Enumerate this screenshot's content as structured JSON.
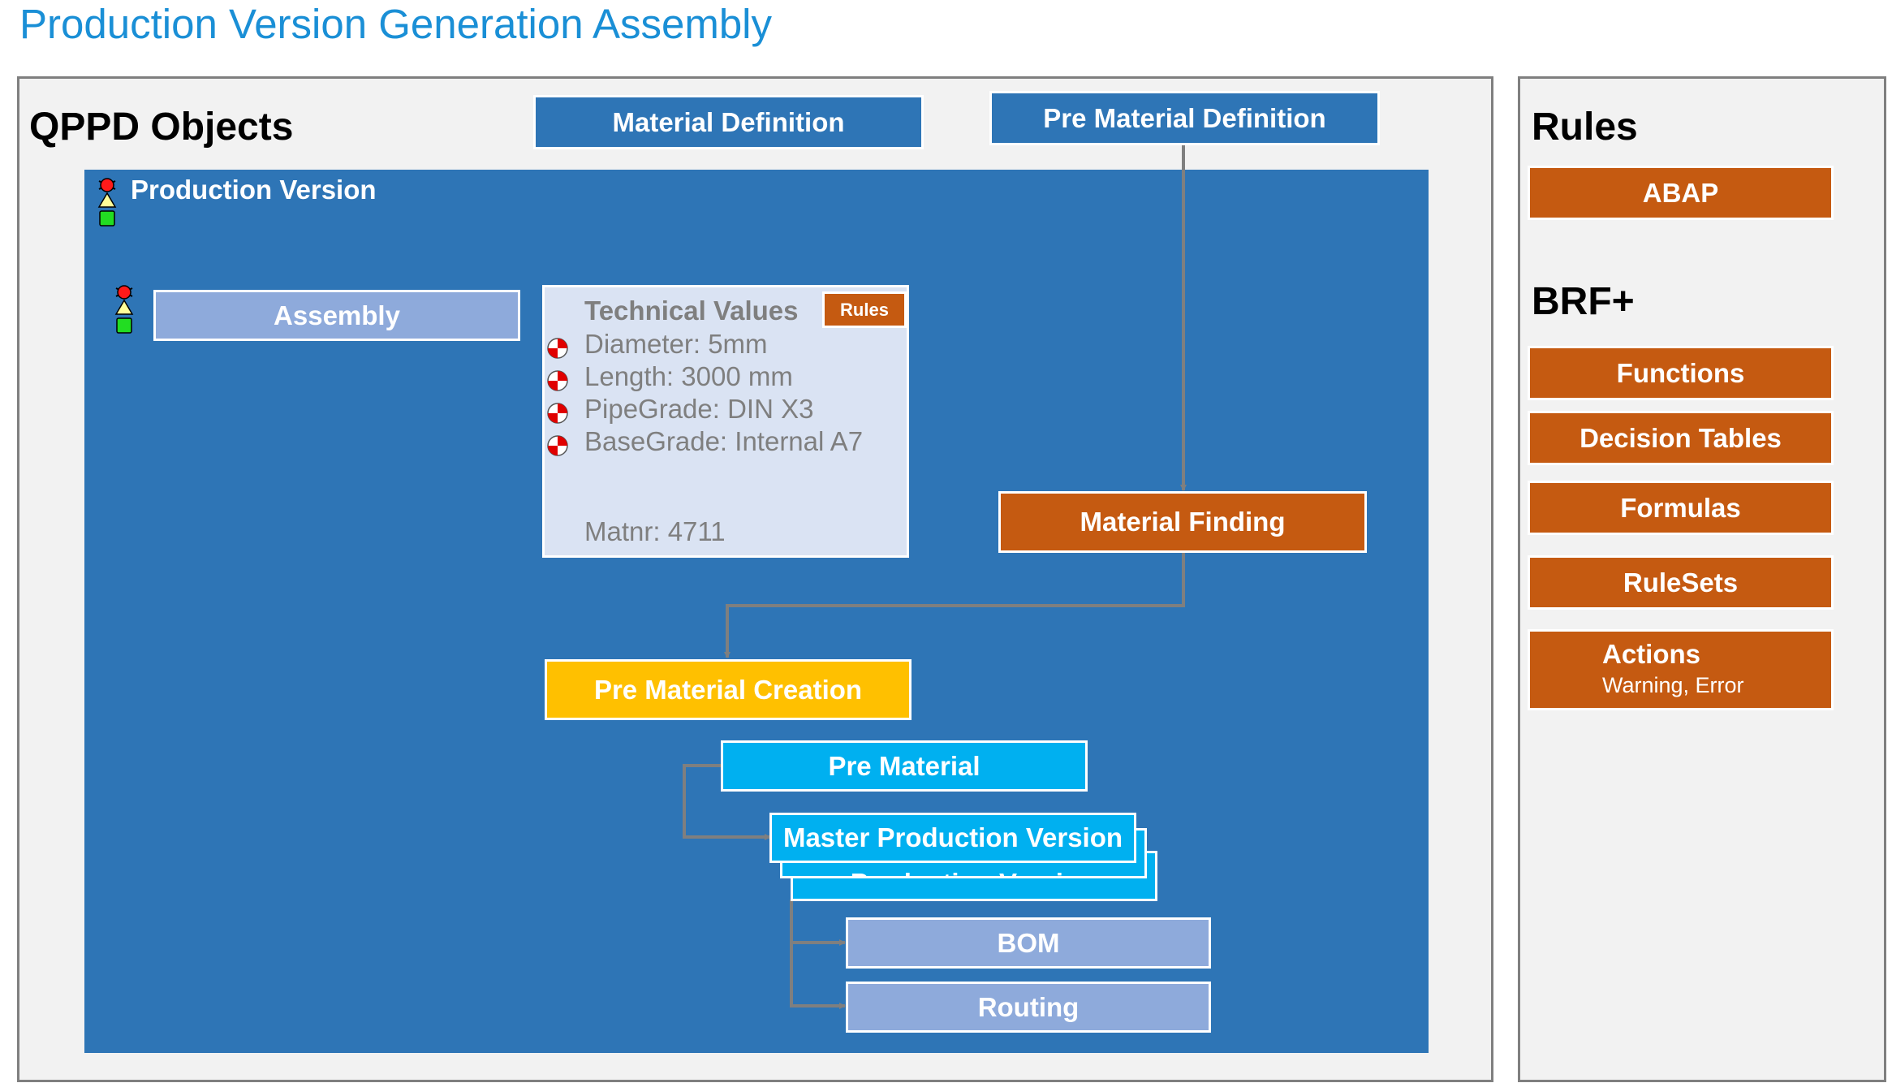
{
  "title": "Production Version Generation Assembly",
  "qppd": {
    "heading": "QPPD Objects",
    "material_definition": "Material Definition",
    "pre_material_definition": "Pre Material Definition",
    "production_version_label": "Production Version",
    "assembly": "Assembly",
    "technical_values": {
      "heading": "Technical Values",
      "rules_badge": "Rules",
      "items": [
        "Diameter: 5mm",
        "Length: 3000 mm",
        "PipeGrade: DIN X3",
        "BaseGrade: Internal A7"
      ],
      "matnr": "Matnr: 4711"
    },
    "material_finding": "Material Finding",
    "pre_material_creation": "Pre Material Creation",
    "pre_material": "Pre Material",
    "master_production_version": "Master Production Version",
    "production_version_shadow": "Production Version",
    "bom": "BOM",
    "routing": "Routing"
  },
  "rules": {
    "heading": "Rules",
    "abap": "ABAP",
    "brf_heading": "BRF+",
    "items": [
      "Functions",
      "Decision Tables",
      "Formulas",
      "RuleSets"
    ],
    "actions_title": "Actions",
    "actions_subtitle": "Warning, Error"
  },
  "colors": {
    "title_blue": "#1a8fd6",
    "panel_blue": "#2e75b6",
    "orange": "#c55a11",
    "yellow": "#ffc000",
    "cyan": "#00b0f0",
    "lavender": "#8eaadb",
    "light_blue": "#dae3f3"
  },
  "icons": [
    "traffic-light-icon",
    "warning-target-icon"
  ]
}
